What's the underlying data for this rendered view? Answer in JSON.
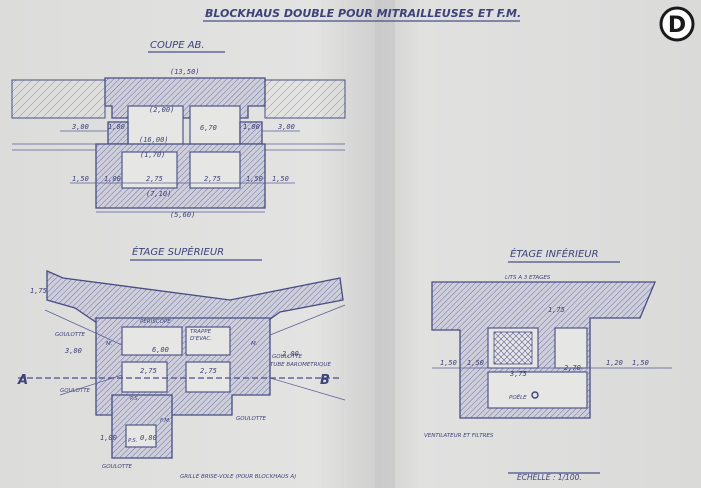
{
  "title": "BLOCKHAUS DOUBLE POUR MITRAILLEUSES ET F.M.",
  "badge": "D",
  "scale": "ECHELLE : 1/100.",
  "coupe": {
    "title": "COUPE AB.",
    "dims": [
      "(13,50)",
      "3,00",
      "1,00",
      "(2,00)",
      "(16,00)",
      "6,70",
      "1,00",
      "3,00",
      "(1,70)",
      "1,50",
      "1,00",
      "2,75",
      "2,75",
      "1,50",
      "1,50",
      "(7,10)",
      "(5,60)"
    ]
  },
  "superieur": {
    "title": "ÉTAGE SUPÉRIEUR",
    "cut_a": "A",
    "cut_b": "B",
    "labels": [
      "PERISCOPE",
      "TRAPPE",
      "D'EVAC.",
      "GOULOTTE",
      "GOULOTTE",
      "GOULOTTE",
      "TUBE BAROMETRIQUE",
      "GOULOTTE",
      "GOULOTTE",
      "GRILLE BRISE-VOLE (POUR BLOCKHAUS A)",
      "P.S.",
      "F.M.",
      "P.S.",
      "M.",
      "M."
    ],
    "dims": [
      "3,00",
      "6,00",
      "2,75",
      "2,75",
      "2,00",
      "1,75",
      "1,00",
      "0,80"
    ]
  },
  "inferieur": {
    "title": "ÉTAGE INFÉRIEUR",
    "labels": [
      "LITS A 3 ETAGES",
      "POÊLE",
      "VENTILATEUR ET FILTRES"
    ],
    "dims": [
      "1,50",
      "1,50",
      "3,75",
      "2,70",
      "1,20",
      "1,50",
      "1,75"
    ]
  }
}
